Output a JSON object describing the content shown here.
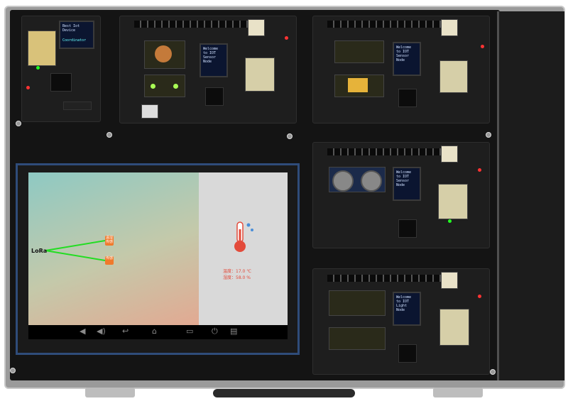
{
  "screen": {
    "network_label": "LoRa",
    "node_top_label": "温湿\n传感",
    "node_bottom_label": "传感",
    "temperature_text": "温度：17.0 ℃",
    "humidity_text": "湿度：58.0 %"
  },
  "boards": {
    "coordinator_oled_line1": "Best Iot Device",
    "coordinator_oled_line2": "Coordinator",
    "board1_oled": "Welcome to IOT\nSensor Node",
    "board2_oled": "Welcome to IOT\nSensor Node",
    "board3_oled": "Welcome to IOT\nSensor Node",
    "board4_oled": "Welcome to IOT\nLight Node"
  },
  "colors": {
    "line_green": "#22dd22",
    "node_orange": "#f07a2c",
    "temp_red": "#e34b3b",
    "screen_frame": "#2f4c7a"
  },
  "icons": [
    "thermometer-icon",
    "drops-icon",
    "volume-down-icon",
    "volume-up-icon",
    "back-icon",
    "home-icon",
    "recent-icon",
    "power-icon",
    "menu-icon"
  ]
}
